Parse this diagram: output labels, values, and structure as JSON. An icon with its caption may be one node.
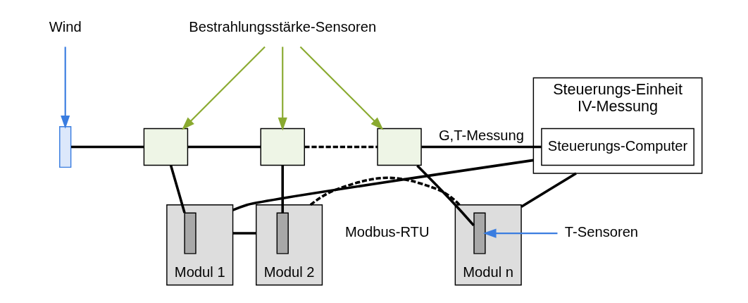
{
  "diagram": {
    "nodes": [
      {
        "text": [
          "Wind"
        ]
      },
      {
        "text": [],
        "shape": "bar"
      },
      {
        "text": [
          "Bestrahlungsstärke-Sensoren"
        ]
      },
      {
        "text": [],
        "shape": "box"
      },
      {
        "text": [],
        "shape": "box"
      },
      {
        "text": [],
        "shape": "box"
      },
      {
        "text": [
          "Steuerungs-Einheit",
          "IV-Messung"
        ]
      },
      {
        "text": [
          "Steuerungs-Computer"
        ],
        "in": 6
      },
      {
        "text": [
          "Modul 1"
        ]
      },
      {
        "text": [],
        "shape": "bar",
        "in": 8
      },
      {
        "text": [
          "Modul 2"
        ]
      },
      {
        "text": [],
        "shape": "bar",
        "in": 10
      },
      {
        "text": [
          "Modul n"
        ]
      },
      {
        "text": [],
        "shape": "bar",
        "in": 12
      },
      {
        "text": [
          "T-Sensoren"
        ]
      }
    ],
    "edges": [
      {
        "from": 0,
        "to": 1,
        "arrow": "to",
        "color": "#3a7de0"
      },
      {
        "from": 2,
        "to": 3,
        "arrow": "to",
        "color": "#8aaa30"
      },
      {
        "from": 2,
        "to": 4,
        "arrow": "to",
        "color": "#8aaa30"
      },
      {
        "from": 2,
        "to": 5,
        "arrow": "to",
        "color": "#8aaa30"
      },
      {
        "from": 1,
        "to": 3,
        "arrow": "none"
      },
      {
        "from": 3,
        "to": 4,
        "arrow": "none"
      },
      {
        "from": 4,
        "to": 5,
        "arrow": "none",
        "style": "dashed"
      },
      {
        "from": 5,
        "to": 7,
        "arrow": "none",
        "label": "G,T-Messung"
      },
      {
        "from": 3,
        "to": 9,
        "arrow": "none"
      },
      {
        "from": 4,
        "to": 11,
        "arrow": "none"
      },
      {
        "from": 5,
        "to": 13,
        "arrow": "none"
      },
      {
        "from": 8,
        "to": 10,
        "arrow": "none"
      },
      {
        "from": 10,
        "to": 12,
        "arrow": "none",
        "style": "dashed"
      },
      {
        "from": 12,
        "to": 6,
        "arrow": "none"
      },
      {
        "from": 8,
        "to": 6,
        "arrow": "none"
      },
      {
        "from": 14,
        "to": 13,
        "arrow": "to",
        "color": "#3a7de0"
      }
    ],
    "labels": [
      "Modbus-RTU"
    ]
  }
}
